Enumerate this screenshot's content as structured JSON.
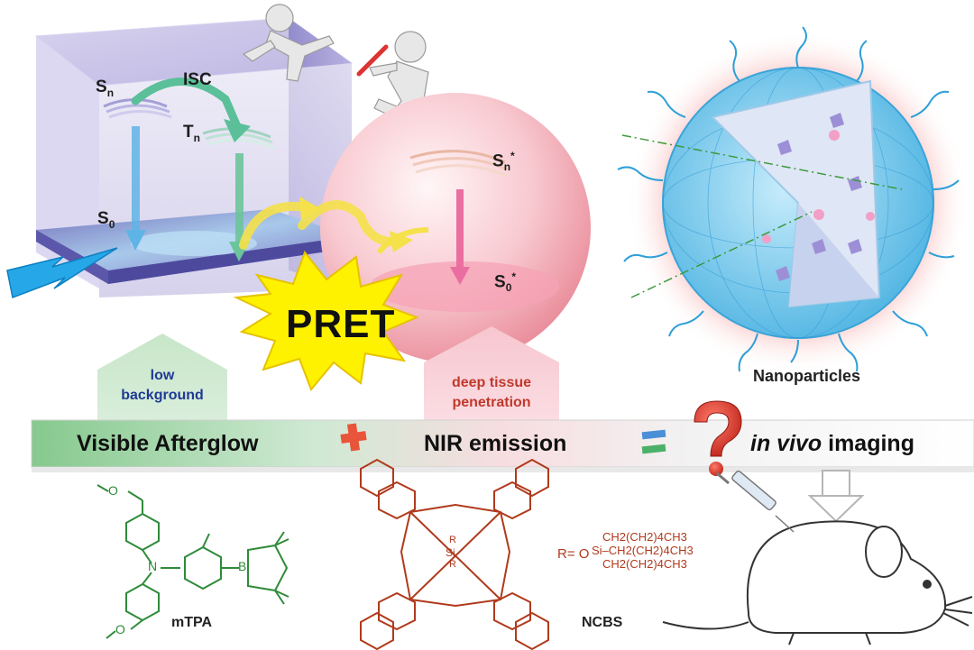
{
  "states": {
    "sn_main": "S",
    "sn_sub": "n",
    "isc": "ISC",
    "tn_main": "T",
    "tn_sub": "n",
    "s0_main": "S",
    "s0_sub": "0",
    "snstar_main": "S",
    "snstar_sub": "n",
    "snstar_sup": "*",
    "s0star_main": "S",
    "s0star_sub": "0",
    "s0star_sup": "*"
  },
  "pret_label": "PRET",
  "nanoparticles_label": "Nanoparticles",
  "house_left": {
    "line1": "low",
    "line2": "background"
  },
  "house_right": {
    "line1": "deep tissue",
    "line2": "penetration"
  },
  "bar": {
    "visible_afterglow": "Visible Afterglow",
    "nir_emission": "NIR emission",
    "in_vivo_italic": "in vivo",
    "imaging": " imaging"
  },
  "molecules": {
    "mtpa_label": "mTPA",
    "ncbs_label": "NCBS",
    "r_prefix": "R= O",
    "si_line1": "CH2(CH2)4CH3",
    "si_line2": "Si–CH2(CH2)4CH3",
    "si_line3": "CH2(CH2)4CH3",
    "core_r_top": "R",
    "core_si": "Si",
    "core_r_bottom": "R",
    "methoxy_top": "O",
    "methoxy_bottom": "O",
    "boron": "B",
    "nitrogen": "N"
  },
  "colors": {
    "green": "#2e8b3a",
    "brick": "#b03a1c",
    "blue_text": "#1f3a93",
    "red_text": "#c0392b",
    "pret_star": "#fff200",
    "cyan": "#3fb6e8"
  }
}
